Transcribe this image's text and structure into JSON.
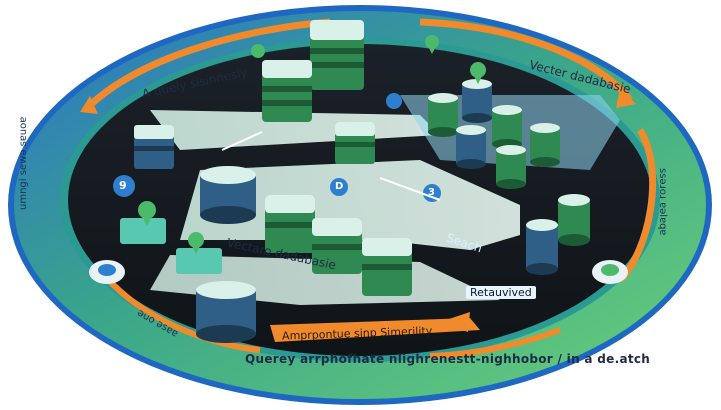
{
  "labels": {
    "query_similarity": "A quely sisinnesiy",
    "vector_database_top": "Vecter dadabasie",
    "vector_database_left": "Vectaro dadabasie",
    "search": "Seach",
    "retrieved": "Retauvived",
    "approx_similarity": "Amprpontue sinp Simerility",
    "bottom_caption": "Querey arrphofhate nlighrenestt-nighhobor / in a de.atch",
    "ring_left": "umngi sewǝ sɐuoɐ",
    "ring_right": "ssǝɹoɹ ɐǝlɐqɐ",
    "ring_bottom_left": "ǝuo ǝsɐɐ",
    "step_3": "3",
    "step_d": "D",
    "step_9": "9"
  },
  "colors": {
    "ring_blue": "#2f7fd1",
    "ring_green": "#3fb67a",
    "ring_orange": "#f08a2c",
    "core_dark": "#141a1f",
    "path_mint": "#d9f1e8",
    "server_green": "#3a9e5c",
    "server_blue": "#2f5f86",
    "accent_teal": "#58c9b0"
  }
}
